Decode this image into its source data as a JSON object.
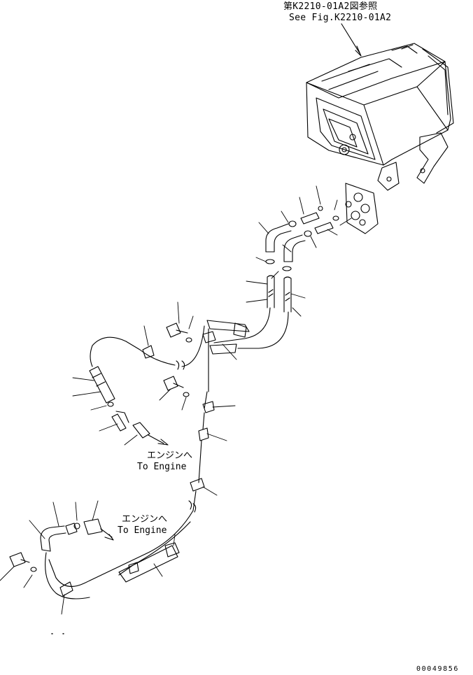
{
  "reference": {
    "jp": "第K2210-01A2図参照",
    "en": "See Fig.K2210-01A2"
  },
  "engine_label_1": {
    "jp": "エンジンへ",
    "en": "To Engine"
  },
  "engine_label_2": {
    "jp": "エンジンへ",
    "en": "To Engine"
  },
  "document_number": "00049856"
}
